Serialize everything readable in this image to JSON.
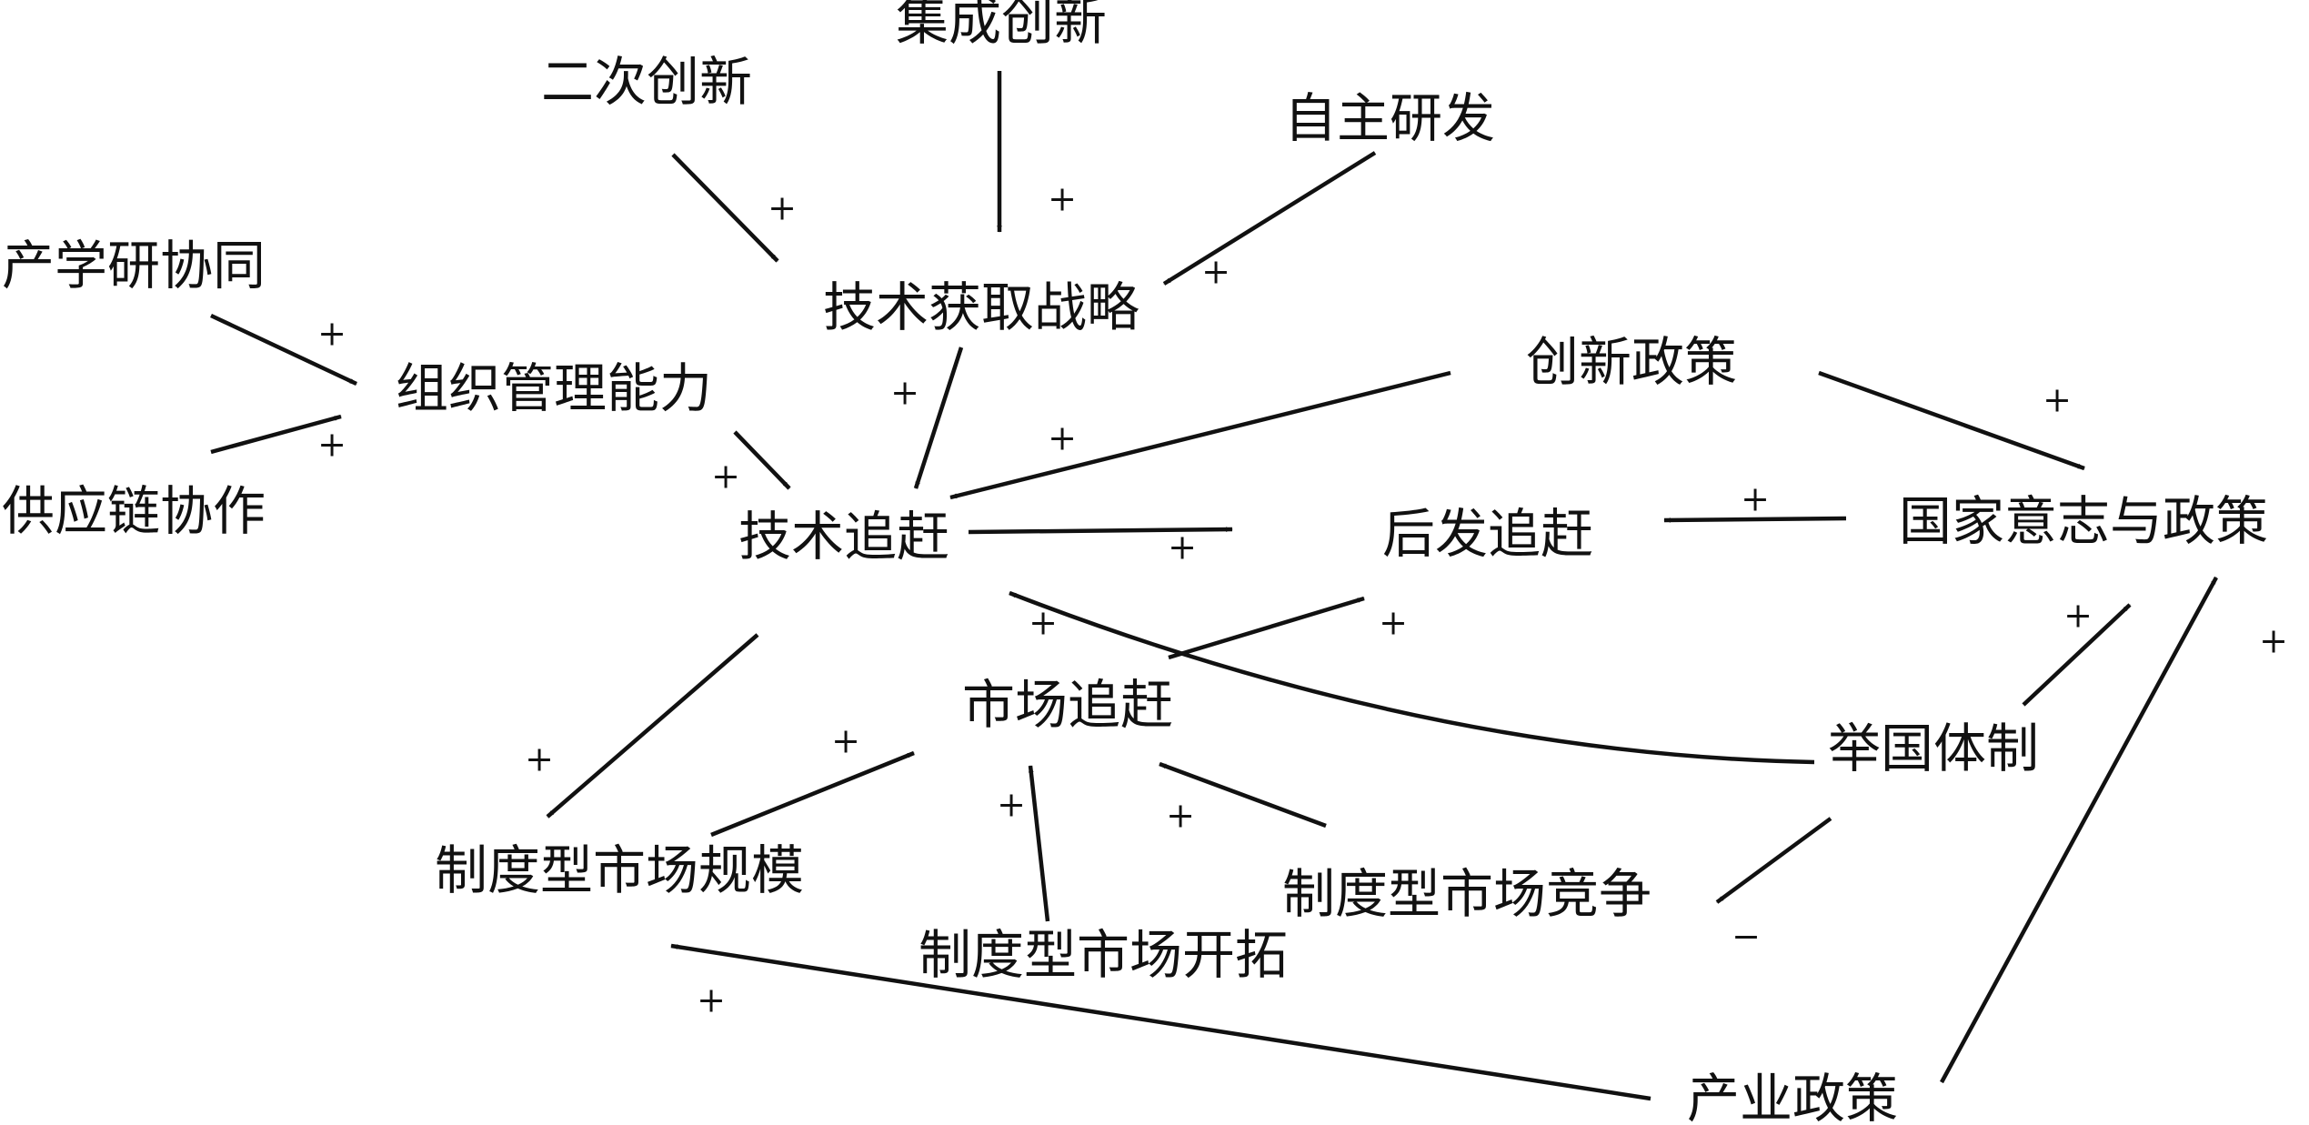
{
  "diagram": {
    "nodes": [
      {
        "id": "jicheng",
        "label": "集成创新"
      },
      {
        "id": "erci",
        "label": "二次创新"
      },
      {
        "id": "zizhu",
        "label": "自主研发"
      },
      {
        "id": "chanxueyan",
        "label": "产学研协同"
      },
      {
        "id": "jishu_huoqu",
        "label": "技术获取战略"
      },
      {
        "id": "zuzhi",
        "label": "组织管理能力"
      },
      {
        "id": "chuangxin_zc",
        "label": "创新政策"
      },
      {
        "id": "gongying",
        "label": "供应链协作"
      },
      {
        "id": "jishu_zhuigan",
        "label": "技术追赶"
      },
      {
        "id": "houfa",
        "label": "后发追赶"
      },
      {
        "id": "guojia",
        "label": "国家意志与政策"
      },
      {
        "id": "shichang",
        "label": "市场追赶"
      },
      {
        "id": "juguo",
        "label": "举国体制"
      },
      {
        "id": "guimo",
        "label": "制度型市场规模"
      },
      {
        "id": "jingzheng",
        "label": "制度型市场竞争"
      },
      {
        "id": "kaituo",
        "label": "制度型市场开拓"
      },
      {
        "id": "chanye",
        "label": "产业政策"
      }
    ],
    "edges": [
      {
        "from": "jicheng",
        "to": "jishu_huoqu",
        "sign": "+"
      },
      {
        "from": "erci",
        "to": "jishu_huoqu",
        "sign": "+"
      },
      {
        "from": "zizhu",
        "to": "jishu_huoqu",
        "sign": "+"
      },
      {
        "from": "chanxueyan",
        "to": "zuzhi",
        "sign": "+"
      },
      {
        "from": "gongying",
        "to": "zuzhi",
        "sign": "+"
      },
      {
        "from": "jishu_huoqu",
        "to": "jishu_zhuigan",
        "sign": "+"
      },
      {
        "from": "zuzhi",
        "to": "jishu_zhuigan",
        "sign": "+"
      },
      {
        "from": "chuangxin_zc",
        "to": "jishu_zhuigan",
        "sign": "+"
      },
      {
        "from": "chuangxin_zc",
        "to": "guojia",
        "sign": "+"
      },
      {
        "from": "jishu_zhuigan",
        "to": "houfa",
        "sign": "+"
      },
      {
        "from": "guojia",
        "to": "houfa",
        "sign": "+"
      },
      {
        "from": "shichang",
        "to": "houfa",
        "sign": "+"
      },
      {
        "from": "juguo",
        "to": "jishu_zhuigan",
        "sign": "+"
      },
      {
        "from": "juguo",
        "to": "guojia",
        "sign": "+"
      },
      {
        "from": "juguo",
        "to": "jingzheng",
        "sign": "−"
      },
      {
        "from": "jishu_zhuigan",
        "to": "guimo",
        "sign": "+"
      },
      {
        "from": "guimo",
        "to": "shichang",
        "sign": "+"
      },
      {
        "from": "kaituo",
        "to": "shichang",
        "sign": "+"
      },
      {
        "from": "jingzheng",
        "to": "shichang",
        "sign": "+"
      },
      {
        "from": "chanye",
        "to": "guimo",
        "sign": "+"
      },
      {
        "from": "chanye",
        "to": "guojia",
        "sign": "+"
      }
    ]
  }
}
